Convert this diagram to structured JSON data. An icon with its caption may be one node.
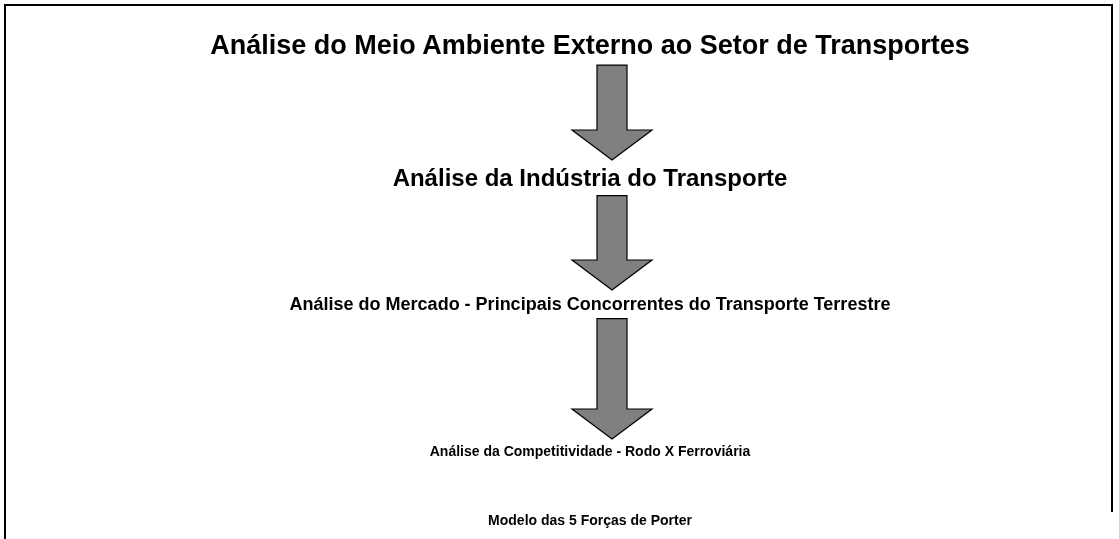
{
  "diagram": {
    "nodes": [
      {
        "text": [
          "Análise do Meio Ambiente Externo ao Setor de Transportes"
        ]
      },
      {
        "text": [
          "Análise da Indústria do Transporte"
        ]
      },
      {
        "text": [
          "Análise do Mercado - Principais Concorrentes do Transporte Terrestre"
        ]
      },
      {
        "text": [
          "Análise da Competitividade - Rodo X Ferroviária"
        ]
      }
    ],
    "edges": [
      {
        "from": 0,
        "to": 1,
        "arrow": "to"
      },
      {
        "from": 1,
        "to": 2,
        "arrow": "to"
      },
      {
        "from": 2,
        "to": 3,
        "arrow": "to"
      }
    ],
    "labels": [
      "Modelo das 5 Forças de Porter"
    ]
  }
}
